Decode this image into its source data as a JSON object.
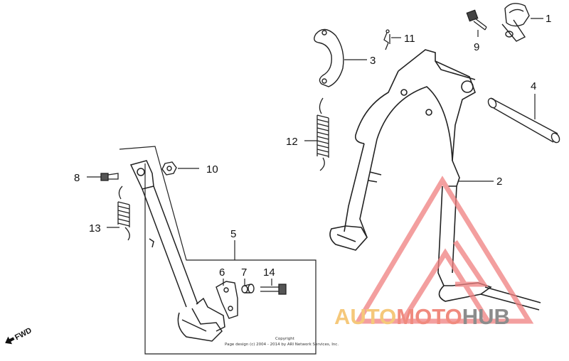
{
  "callouts": [
    "1",
    "2",
    "3",
    "4",
    "5",
    "6",
    "7",
    "8",
    "9",
    "10",
    "11",
    "12",
    "13",
    "14"
  ],
  "copyright": {
    "line1": "Copyright",
    "line2": "Page design (c) 2004 - 2014 by ARI Network Services, Inc."
  },
  "fwd_label": "FWD",
  "watermark": {
    "part1": "AUTO",
    "part2": "MOTO",
    "part3": "HUB",
    "colors": {
      "auto": "#f5c87a",
      "moto": "#f08a7e",
      "hub": "#8c8c8c",
      "triangle": "#f08080"
    }
  }
}
